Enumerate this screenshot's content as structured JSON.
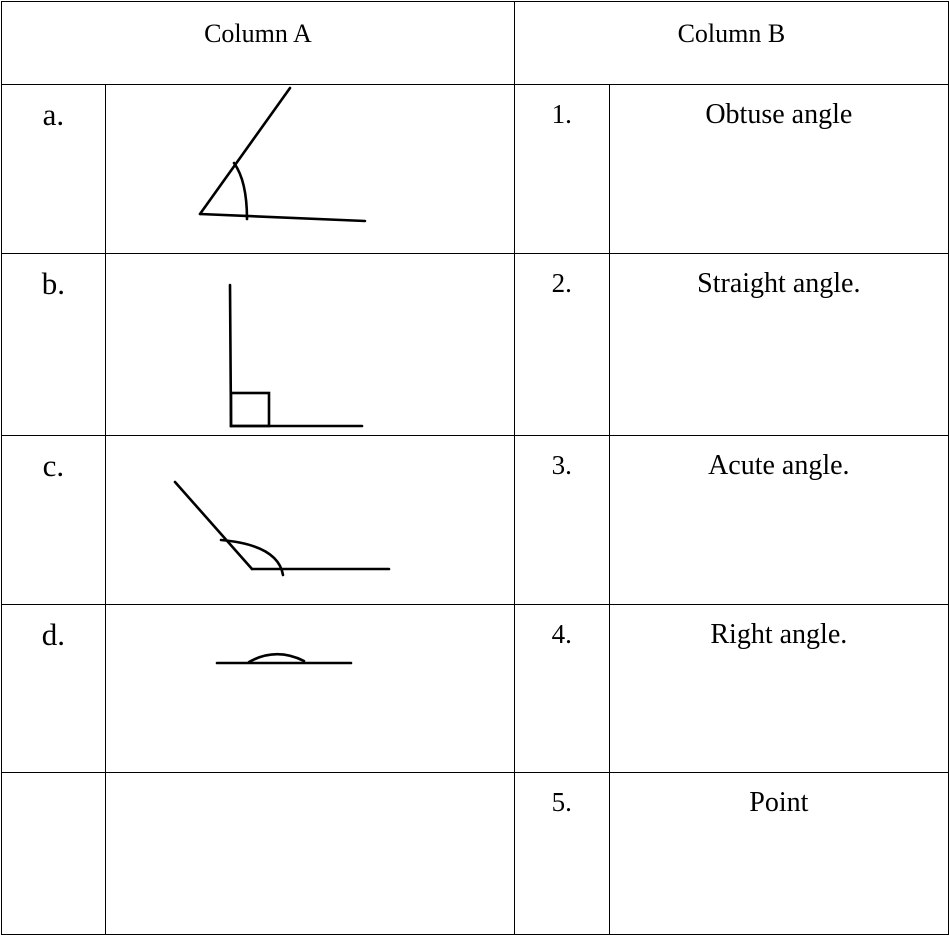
{
  "headers": {
    "column_a": "Column A",
    "column_b": "Column B"
  },
  "column_a": [
    {
      "letter": "a.",
      "figure": "acute-angle-figure"
    },
    {
      "letter": "b.",
      "figure": "right-angle-figure"
    },
    {
      "letter": "c.",
      "figure": "obtuse-angle-figure"
    },
    {
      "letter": "d.",
      "figure": "straight-angle-figure"
    }
  ],
  "column_b": [
    {
      "number": "1.",
      "term": "Obtuse angle"
    },
    {
      "number": "2.",
      "term": "Straight angle."
    },
    {
      "number": "3.",
      "term": "Acute angle."
    },
    {
      "number": "4.",
      "term": "Right angle."
    },
    {
      "number": "5.",
      "term": "Point"
    }
  ]
}
